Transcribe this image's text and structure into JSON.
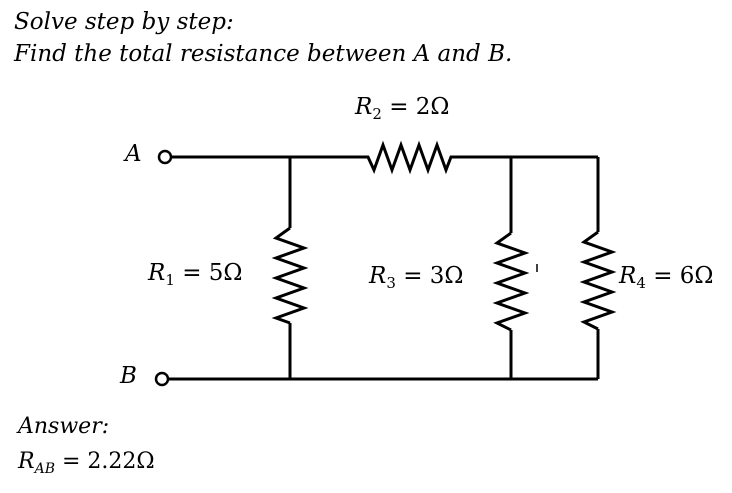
{
  "prompt": {
    "line1": "Solve step by step:",
    "line2": "Find the total resistance between A and B."
  },
  "terminals": {
    "a": "A",
    "b": "B"
  },
  "resistors": {
    "r1": {
      "symbol": "R",
      "sub": "1",
      "value": "= 5Ω"
    },
    "r2": {
      "symbol": "R",
      "sub": "2",
      "value": "= 2Ω"
    },
    "r3": {
      "symbol": "R",
      "sub": "3",
      "value": "= 3Ω"
    },
    "r4": {
      "symbol": "R",
      "sub": "4",
      "value": "= 6Ω"
    }
  },
  "answer": {
    "heading": "Answer:",
    "symbol": "R",
    "sub": "AB",
    "value": "= 2.22Ω"
  },
  "colors": {
    "wire": "#000000",
    "background": "#ffffff"
  }
}
